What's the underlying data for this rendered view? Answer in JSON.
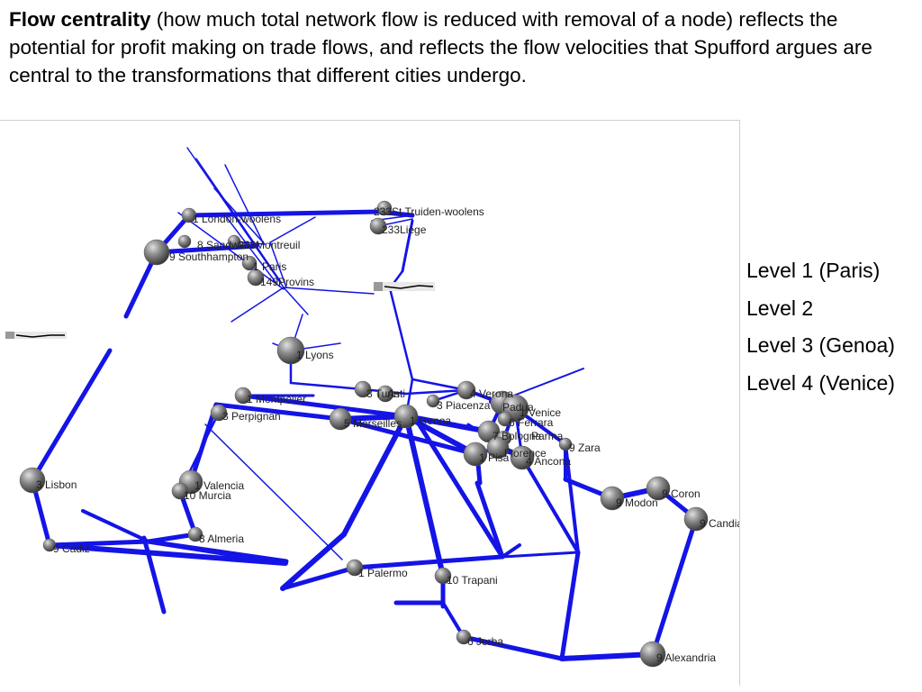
{
  "caption": {
    "bold": "Flow centrality",
    "rest": " (how much total network flow is reduced with removal of a node) reflects the potential for profit making on trade flows, and reflects the flow velocities that Spufford argues are central to the transformations that different cities undergo."
  },
  "legend": {
    "items": [
      "Level 1 (Paris)",
      "Level 2",
      "Level 3 (Genoa)",
      "Level 4 (Venice)"
    ]
  },
  "colors": {
    "edge": "#1414e6",
    "node": "#6e6e6e",
    "text": "#222222"
  },
  "nodes": [
    {
      "label": "1 London-woolens"
    },
    {
      "label": "8 Sandwich"
    },
    {
      "label": "263Montreuil"
    },
    {
      "label": "9 Southhampton"
    },
    {
      "label": "1 Paris"
    },
    {
      "label": "149Provins"
    },
    {
      "label": "233St Truiden-woolens"
    },
    {
      "label": "233Liege"
    },
    {
      "label": "1 Lyons"
    },
    {
      "label": "1 Montpelier"
    },
    {
      "label": "3 Perpignan"
    },
    {
      "label": "3 Turin"
    },
    {
      "label": "Asti"
    },
    {
      "label": "3 Piacenza"
    },
    {
      "label": "4 Verona"
    },
    {
      "label": "Padua"
    },
    {
      "label": "1 Venice"
    },
    {
      "label": "5 Marseilles"
    },
    {
      "label": "1 Genoa"
    },
    {
      "label": "6 Ferrara"
    },
    {
      "label": "7 Bologna"
    },
    {
      "label": "Parma"
    },
    {
      "label": "Florence"
    },
    {
      "label": "1 Pisa"
    },
    {
      "label": "4 Ancona"
    },
    {
      "label": "9 Zara"
    },
    {
      "label": "3 Lisbon"
    },
    {
      "label": "1 Valencia"
    },
    {
      "label": "10 Murcia"
    },
    {
      "label": "8 Almeria"
    },
    {
      "label": "9 Cadiz"
    },
    {
      "label": "9 Modon"
    },
    {
      "label": "9 Coron"
    },
    {
      "label": "9 Candia"
    },
    {
      "label": "1 Palermo"
    },
    {
      "label": "10 Trapani"
    },
    {
      "label": "6 Jerba"
    },
    {
      "label": "9 Alexandria"
    }
  ]
}
